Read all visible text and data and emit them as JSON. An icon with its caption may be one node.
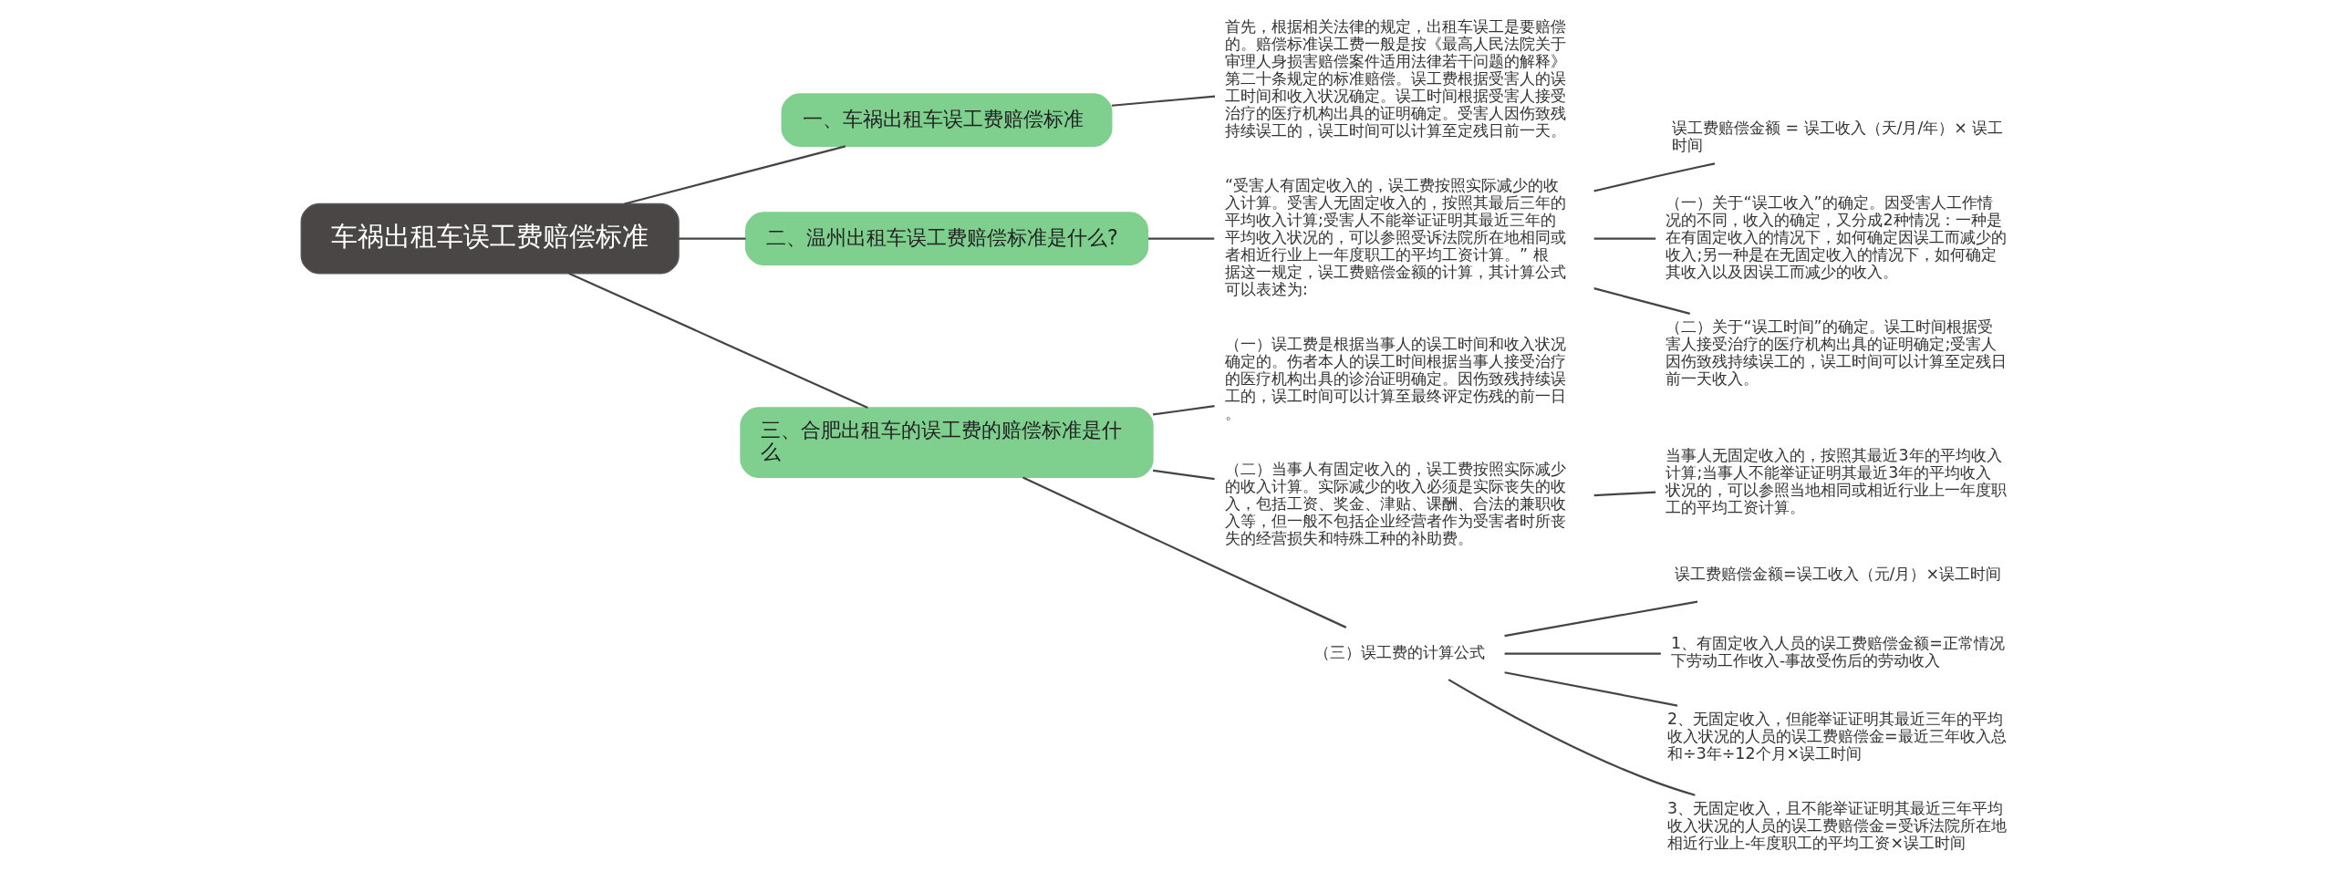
{
  "diagram": {
    "nodes": [
      {
        "text": [
          "车祸出租车误工费赔偿标准"
        ]
      },
      {
        "text": [
          "一、车祸出租车误工费赔偿标准"
        ]
      },
      {
        "text": [
          "首先，根据相关法律的规定，出租车误工是要赔偿的。赔偿标准误工费一般是按《最高人民法院关于审理人身损害赔偿案件适用法律若干问题的解释》第二十条规定的标准赔偿。误工费根据受害人的误工时间和收入状况确定。误工时间根据受害人接受治疗的医疗机构出具的证明确定。受害人因伤致残持续误工的，误工时间可以计算至定残日前一天。"
        ]
      },
      {
        "text": [
          "二、温州出租车误工费赔偿标准是什么?"
        ]
      },
      {
        "text": [
          "“受害人有固定收入的，误工费按照实际减少的收入计算。受害人无固定收入的，按照其最后三年的平均收入计算;受害人不能举证证明其最近三年的平均收入状况的，可以参照受诉法院所在地相同或者相近行业上一年度职工的平均工资计算。” 根据这一规定，误工费赔偿金额的计算，其计算公式可以表述为:"
        ]
      },
      {
        "text": [
          "误工费赔偿金额 = 误工收入（天/月/年）× 误工时间"
        ]
      },
      {
        "text": [
          "（一）关于“误工收入”的确定。因受害人工作情况的不同，收入的确定，又分成2种情况：一种是在有固定收入的情况下，如何确定因误工而减少的收入;另一种是在无固定收入的情况下，如何确定其收入以及因误工而减少的收入。"
        ]
      },
      {
        "text": [
          "（二）关于“误工时间”的确定。误工时间根据受害人接受治疗的医疗机构出具的证明确定;受害人因伤致残持续误工的，误工时间可以计算至定残日前一天收入。"
        ]
      },
      {
        "text": [
          "三、合肥出租车的误工费的赔偿标准是什么"
        ]
      },
      {
        "text": [
          "（一）误工费是根据当事人的误工时间和收入状况确定的。伤者本人的误工时间根据当事人接受治疗的医疗机构出具的诊治证明确定。因伤致残持续误工的，误工时间可以计算至最终评定伤残的前一日。"
        ]
      },
      {
        "text": [
          "（二）当事人有固定收入的，误工费按照实际减少的收入计算。实际减少的收入必须是实际丧失的收入，包括工资、奖金、津贴、课酬、合法的兼职收入等，但一般不包括企业经营者作为受害者时所丧失的经营损失和特殊工种的补助费。"
        ]
      },
      {
        "text": [
          "当事人无固定收入的，按照其最近3年的平均收入计算;当事人不能举证证明其最近3年的平均收入状况的，可以参照当地相同或相近行业上一年度职工的平均工资计算。"
        ]
      },
      {
        "text": [
          "（三）误工费的计算公式"
        ]
      },
      {
        "text": [
          "误工费赔偿金额=误工收入（元/月）×误工时间"
        ]
      },
      {
        "text": [
          "1、有固定收入人员的误工费赔偿金额=正常情况下劳动工作收入-事故受伤后的劳动收入"
        ]
      },
      {
        "text": [
          "2、无固定收入，但能举证证明其最近三年的平均收入状况的人员的误工费赔偿金=最近三年收入总和÷3年÷12个月×误工时间"
        ]
      },
      {
        "text": [
          "3、无固定收入，且不能举证证明其最近三年平均收入状况的人员的误工费赔偿金=受诉法院所在地相近行业上-年度职工的平均工资×误工时间"
        ]
      }
    ],
    "edges": [
      {
        "from": 0,
        "to": 1,
        "arrow": "none"
      },
      {
        "from": 1,
        "to": 2,
        "arrow": "none"
      },
      {
        "from": 0,
        "to": 3,
        "arrow": "none"
      },
      {
        "from": 3,
        "to": 4,
        "arrow": "none"
      },
      {
        "from": 4,
        "to": 5,
        "arrow": "none"
      },
      {
        "from": 4,
        "to": 6,
        "arrow": "none"
      },
      {
        "from": 4,
        "to": 7,
        "arrow": "none"
      },
      {
        "from": 0,
        "to": 8,
        "arrow": "none"
      },
      {
        "from": 8,
        "to": 9,
        "arrow": "none"
      },
      {
        "from": 8,
        "to": 10,
        "arrow": "none"
      },
      {
        "from": 10,
        "to": 11,
        "arrow": "none"
      },
      {
        "from": 8,
        "to": 12,
        "arrow": "none"
      },
      {
        "from": 12,
        "to": 13,
        "arrow": "none"
      },
      {
        "from": 12,
        "to": 14,
        "arrow": "none"
      },
      {
        "from": 12,
        "to": 15,
        "arrow": "none"
      },
      {
        "from": 12,
        "to": 16,
        "arrow": "none"
      }
    ]
  }
}
